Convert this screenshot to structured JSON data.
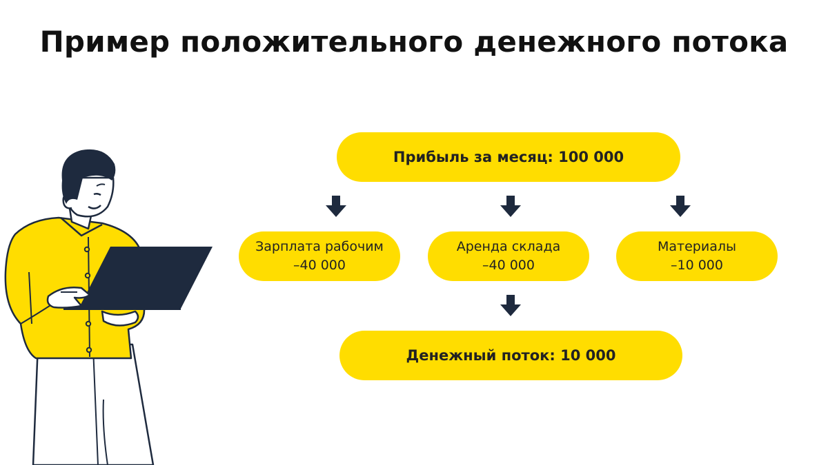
{
  "title": "Пример положительного денежного потока",
  "profit": {
    "label": "Прибыль за месяц: 100 000"
  },
  "expenses": [
    {
      "label": "Зарплата рабочим",
      "amount": "–40 000"
    },
    {
      "label": "Аренда склада",
      "amount": "–40 000"
    },
    {
      "label": "Материалы",
      "amount": "–10 000"
    }
  ],
  "result": {
    "label": "Денежный поток: 10 000"
  },
  "colors": {
    "accent": "#FFDD00",
    "dark": "#1E2A3E",
    "text": "#111111"
  },
  "icons": {
    "arrow": "arrow-down-icon",
    "illustration": "person-with-laptop-illustration"
  }
}
